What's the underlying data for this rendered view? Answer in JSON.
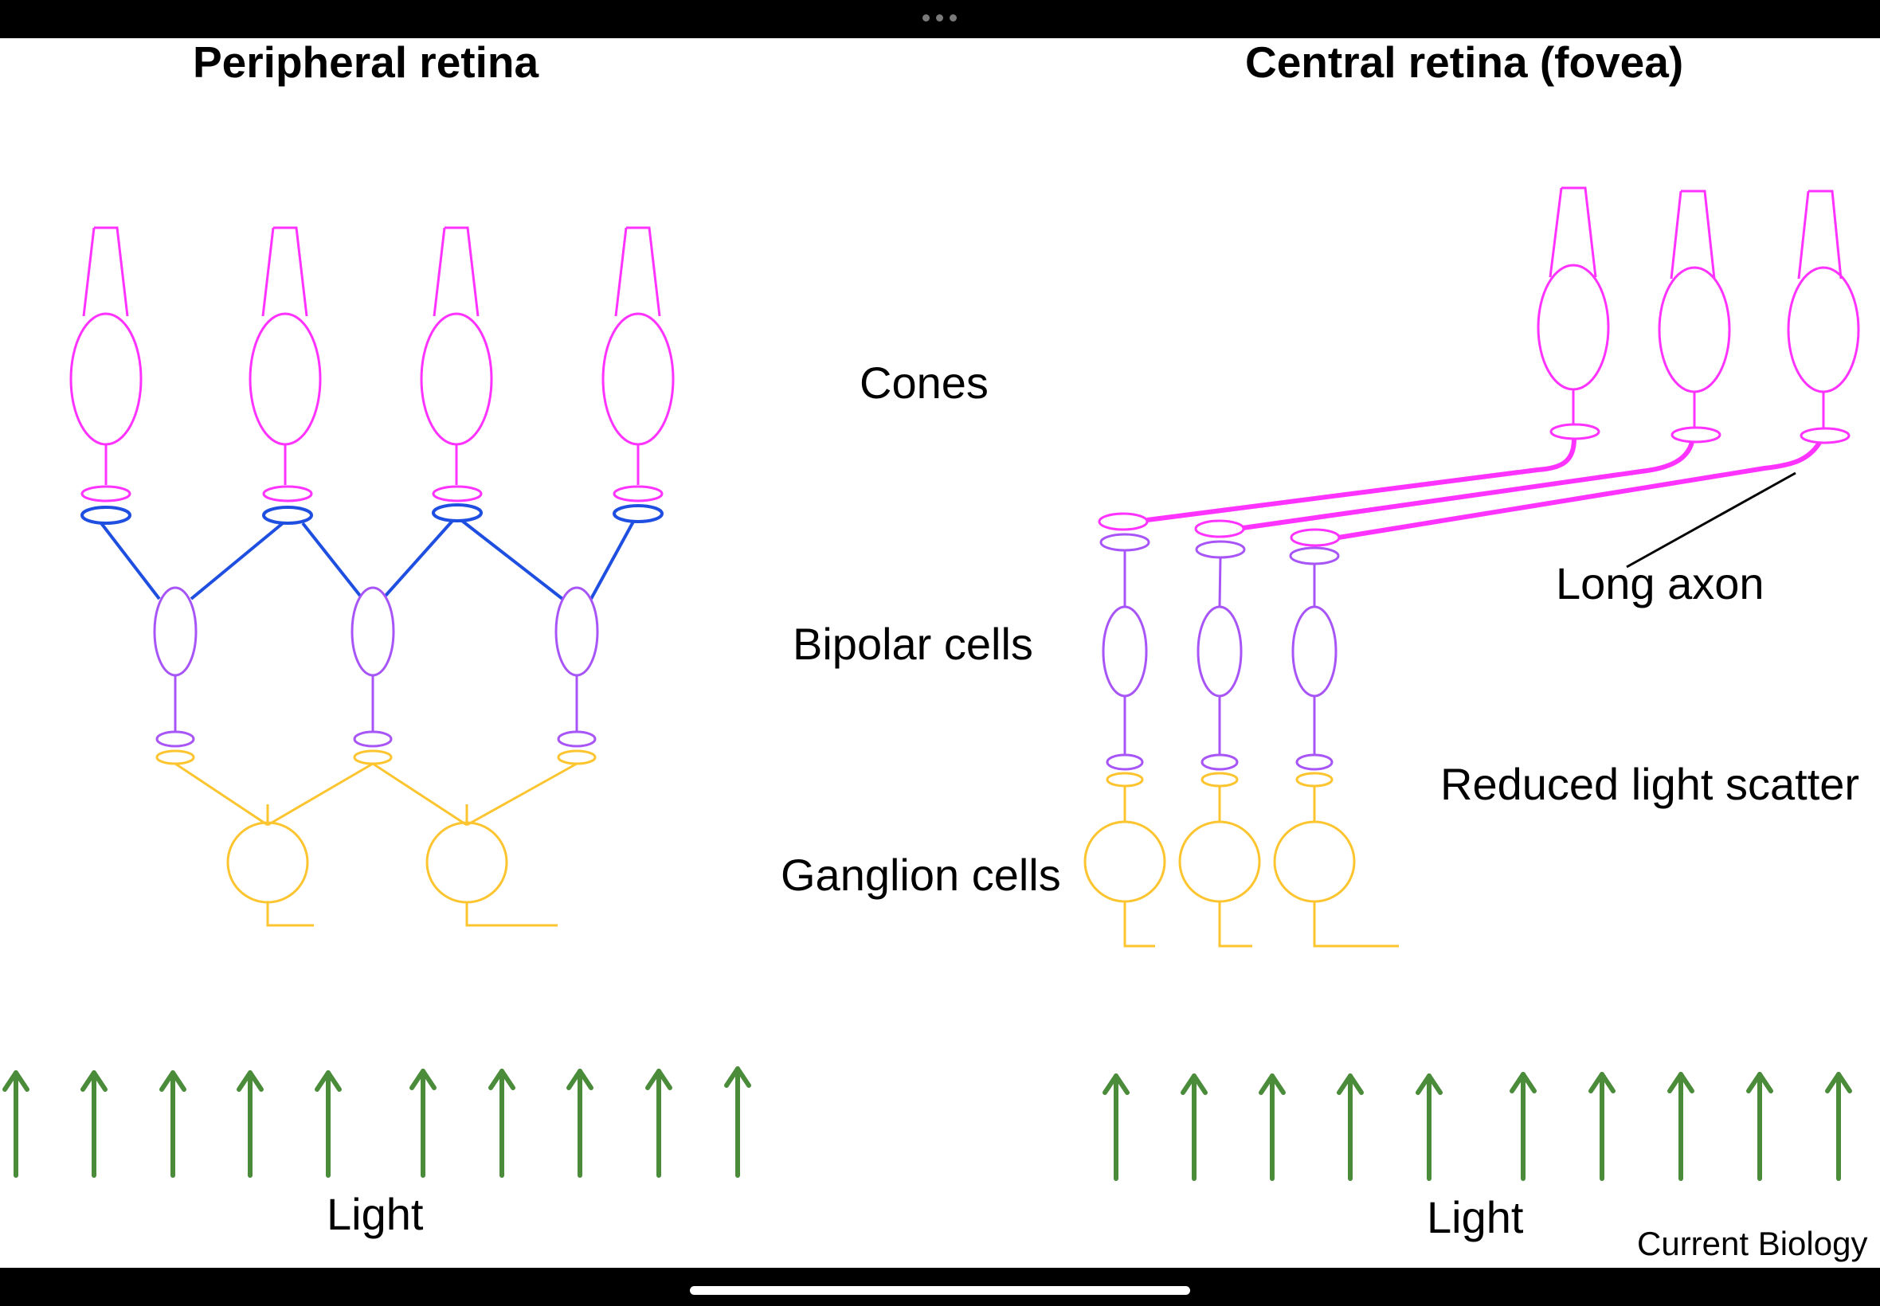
{
  "titles": {
    "left": "Peripheral retina",
    "right": "Central retina (fovea)"
  },
  "labels": {
    "cones": "Cones",
    "bipolar": "Bipolar cells",
    "ganglion": "Ganglion cells",
    "long_axon": "Long axon",
    "reduced_scatter": "Reduced light scatter",
    "light_left": "Light",
    "light_right": "Light"
  },
  "credit": "Current Biology",
  "colors": {
    "cone": "#ff33ff",
    "cone_terminal_peripheral": "#1f4fe0",
    "bipolar": "#a855f7",
    "ganglion": "#fcc530",
    "light_arrow": "#4a8c3a",
    "bars": "#000000"
  },
  "icons": [
    "more-dots-icon",
    "home-indicator",
    "light-arrow-icon"
  ]
}
